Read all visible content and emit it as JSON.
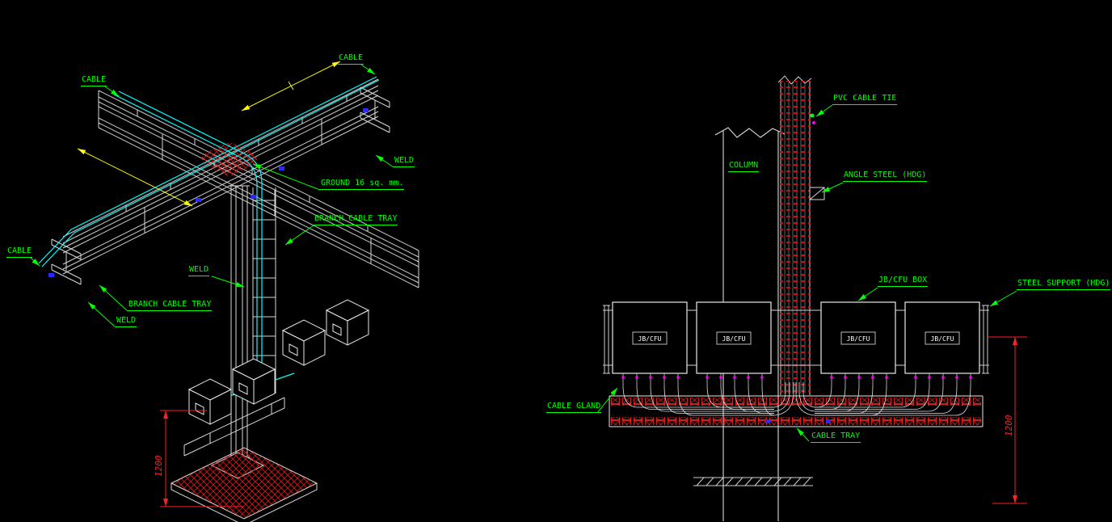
{
  "palette": {
    "background": "#000000",
    "annotation_green": "#00ff00",
    "cable_cyan": "#00ffff",
    "dimension_yellow": "#ffff00",
    "dimension_red": "#ff2020",
    "geometry_white": "#d9d9d9",
    "marker_magenta": "#ff00ff",
    "clamp_blue": "#2a2aff"
  },
  "left": {
    "labels": {
      "cable_top_right": "CABLE",
      "cable_top_left": "CABLE",
      "weld_right": "WELD",
      "ground": "GROUND 16 sq. mm.",
      "branch_tray_right": "BRANCH CABLE TRAY",
      "cable_left": "CABLE",
      "weld_mid": "WELD",
      "branch_tray_left": "BRANCH CABLE TRAY",
      "weld_left": "WELD",
      "dim_height": "1200"
    }
  },
  "right": {
    "labels": {
      "pvc_cable_tie": "PVC CABLE TIE",
      "column": "COLUMN",
      "angle_steel": "ANGLE STEEL (HDG)",
      "jb_cfu_box": "JB/CFU BOX",
      "steel_support": "STEEL SUPPORT (HDG)",
      "cable_gland": "CABLE GLAND",
      "cable_tray": "CABLE TRAY",
      "dim_height": "1200"
    },
    "boxes": [
      {
        "label": "JB/CFU"
      },
      {
        "label": "JB/CFU"
      },
      {
        "label": "JB/CFU"
      },
      {
        "label": "JB/CFU"
      }
    ]
  }
}
